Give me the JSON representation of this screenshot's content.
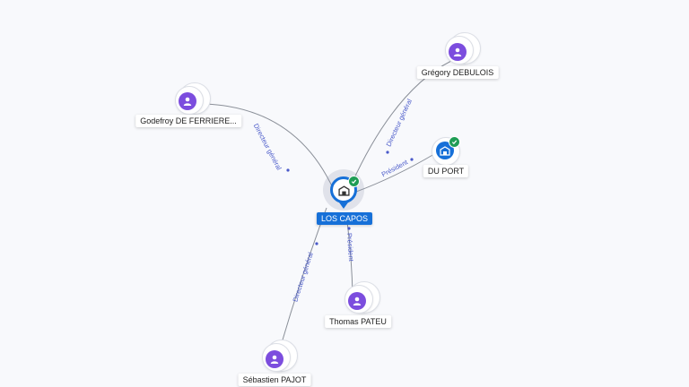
{
  "center": {
    "label": "LOS CAPOS",
    "icon": "building-icon",
    "verified": true
  },
  "people": [
    {
      "id": "godefroy",
      "label": "Godefroy DE FERRIERE...",
      "icon": "person-icon"
    },
    {
      "id": "gregory",
      "label": "Grégory DEBULOIS",
      "icon": "person-icon"
    },
    {
      "id": "thomas",
      "label": "Thomas PATEU",
      "icon": "person-icon"
    },
    {
      "id": "sebastien",
      "label": "Sébastien PAJOT",
      "icon": "person-icon"
    }
  ],
  "companies": [
    {
      "id": "duport",
      "label": "DU PORT",
      "icon": "building-icon",
      "verified": true
    }
  ],
  "relations": [
    {
      "from": "godefroy",
      "label": "Directeur général"
    },
    {
      "from": "gregory",
      "label": "Directeur général"
    },
    {
      "from": "duport",
      "label": "Président"
    },
    {
      "from": "thomas",
      "label": "Président"
    },
    {
      "from": "sebastien",
      "label": "Directeur général"
    }
  ],
  "colors": {
    "accent": "#1670d8",
    "person": "#7c4dde",
    "verified": "#1f9d55",
    "relation_text": "#4a5ac9"
  }
}
